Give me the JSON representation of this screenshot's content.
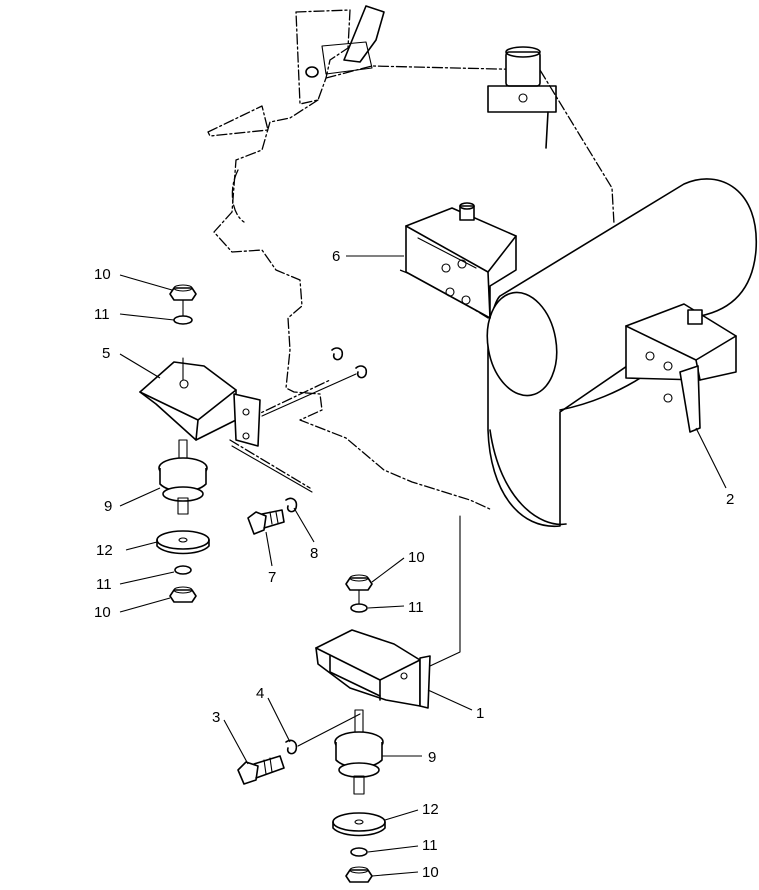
{
  "callouts": [
    {
      "id": "c1",
      "text": "1"
    },
    {
      "id": "c2",
      "text": "2"
    },
    {
      "id": "c3",
      "text": "3"
    },
    {
      "id": "c4",
      "text": "4"
    },
    {
      "id": "c5",
      "text": "5"
    },
    {
      "id": "c6",
      "text": "6"
    },
    {
      "id": "c7",
      "text": "7"
    },
    {
      "id": "c8",
      "text": "8"
    },
    {
      "id": "c9a",
      "text": "9"
    },
    {
      "id": "c9b",
      "text": "9"
    },
    {
      "id": "c10a",
      "text": "10"
    },
    {
      "id": "c10b",
      "text": "10"
    },
    {
      "id": "c10c",
      "text": "10"
    },
    {
      "id": "c10d",
      "text": "10"
    },
    {
      "id": "c11a",
      "text": "11"
    },
    {
      "id": "c11b",
      "text": "11"
    },
    {
      "id": "c11c",
      "text": "11"
    },
    {
      "id": "c11d",
      "text": "11"
    },
    {
      "id": "c12a",
      "text": "12"
    },
    {
      "id": "c12b",
      "text": "12"
    }
  ]
}
